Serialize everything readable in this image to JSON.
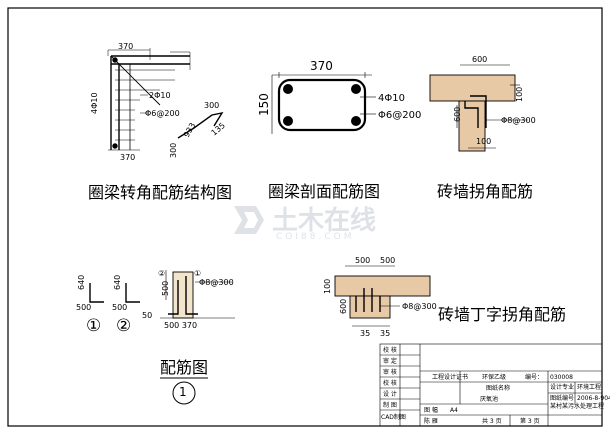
{
  "captions": {
    "corner_beam": "圈梁转角配筋结构图",
    "section": "圈梁剖面配筋图",
    "wall_corner": "砖墙拐角配筋",
    "reinforcement": "配筋图",
    "t_joint": "砖墙丁字拐角配筋",
    "circle_1": "①",
    "circle_2": "②",
    "sheet_no": "1"
  },
  "dims": {
    "corner_top": "370",
    "corner_left": "4Φ10",
    "corner_mid": "2Φ10",
    "corner_stirrup": "Φ6@200",
    "corner_bottom": "370",
    "hook_300a": "300",
    "hook_933": "933",
    "hook_135": "135",
    "hook_300b": "300",
    "sec_width": "370",
    "sec_height": "150",
    "sec_bars": "4Φ10",
    "sec_stirrup": "Φ6@200",
    "wc_600": "600",
    "wc_100": "100",
    "wc_600v": "600",
    "wc_rebar": "Φ8@300",
    "wc_100b": "100",
    "r1_640": "640",
    "r1_500": "500",
    "r2_640": "640",
    "r2_500": "500",
    "rc_500": "500",
    "rc_rebar": "Φ8@300",
    "rc_50": "50",
    "rc_bottom": "500 370",
    "tj_500a": "500",
    "tj_500b": "500",
    "tj_100": "100",
    "tj_600": "600",
    "tj_rebar": "Φ8@300",
    "tj_35a": "35",
    "tj_35b": "35"
  },
  "watermark": {
    "main": "土木在线",
    "sub": "COI88.COM"
  },
  "title_block": {
    "rows": [
      "校 核",
      "审 定",
      "审 核",
      "校 核",
      "设 计",
      "制 图",
      "CAD制图"
    ],
    "cert": "工程设计证书",
    "grade": "环保乙级",
    "number_label": "编号：",
    "number": "030008",
    "drawing_name_label": "图纸名称",
    "drawing_name": "厌氧池",
    "specialty_label": "设计专业",
    "specialty": "环境工程",
    "drawing_no_label": "图纸编号",
    "drawing_no": "2006-8-904",
    "project": "某村某污水处理工程",
    "scale_label": "图 幅",
    "scale": "A4",
    "reviewer": "陈 雁",
    "sheet_total": "共 3 页",
    "sheet_index": "第 3 页"
  }
}
